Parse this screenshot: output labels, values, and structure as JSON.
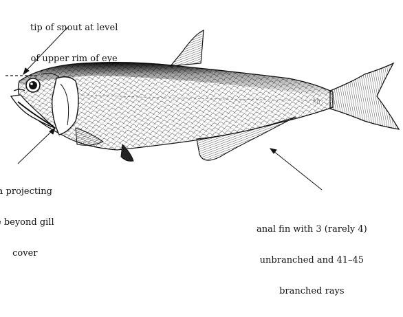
{
  "figure": {
    "annotations": {
      "snout": {
        "line1": "tip of snout at level",
        "line2": "of upper rim of eye"
      },
      "maxilla": {
        "line1": "a projecting",
        "line2": "e beyond gill",
        "line3": "cover"
      },
      "anal_fin": {
        "line1": "anal fin with 3 (rarely 4)",
        "line2": "unbranched and 41–45",
        "line3": "branched rays"
      }
    },
    "tail_mark": "ᚢᚢ",
    "colors": {
      "ink": "#111111",
      "background": "#ffffff"
    }
  }
}
